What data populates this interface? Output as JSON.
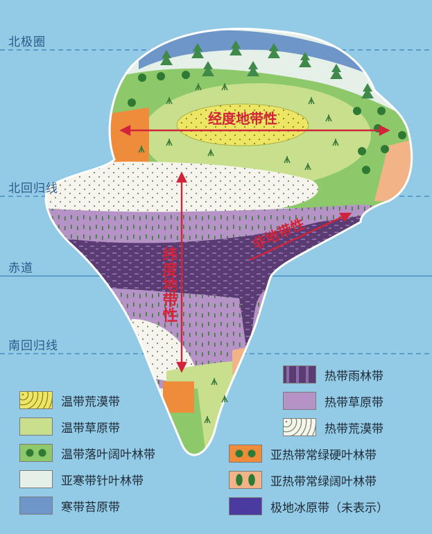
{
  "latitudes": [
    {
      "name": "北极圈"
    },
    {
      "name": "北回归线"
    },
    {
      "name": "赤道"
    },
    {
      "name": "南回归线"
    }
  ],
  "annotations": {
    "longitude": "经度地带性",
    "latitude": "纬度地带性",
    "non_zonal": "非地带性"
  },
  "legend": [
    {
      "label": "温带荒漠带",
      "color": "#ece664",
      "icon": "dots"
    },
    {
      "label": "温带草原带",
      "color": "#c8e08e",
      "icon": "grass"
    },
    {
      "label": "温带落叶阔叶林带",
      "color": "#8dc86a",
      "icon": "deciduous-tree"
    },
    {
      "label": "亚寒带针叶林带",
      "color": "#e4f0e8",
      "icon": "conifer-tree"
    },
    {
      "label": "寒带苔原带",
      "color": "#6f96c8",
      "icon": "tundra-grass"
    },
    {
      "label": "热带雨林带",
      "color": "#5a3c72",
      "icon": "dashes"
    },
    {
      "label": "热带草原带",
      "color": "#b693c6",
      "icon": "dashes-light"
    },
    {
      "label": "热带荒漠带",
      "color": "#f6f4ec",
      "icon": "dots"
    },
    {
      "label": "亚热带常绿硬叶林带",
      "color": "#ee8c3c",
      "icon": "deciduous-tree"
    },
    {
      "label": "亚热带常绿阔叶林带",
      "color": "#f2b486",
      "icon": "evergreen-tree"
    },
    {
      "label": "极地冰原带（未表示）",
      "color": "#4b3aa0",
      "icon": "none"
    }
  ],
  "colors": {
    "ocean": "#93cbe6",
    "annotation": "#d1233a",
    "latitude_line": "#3c7fb8"
  }
}
